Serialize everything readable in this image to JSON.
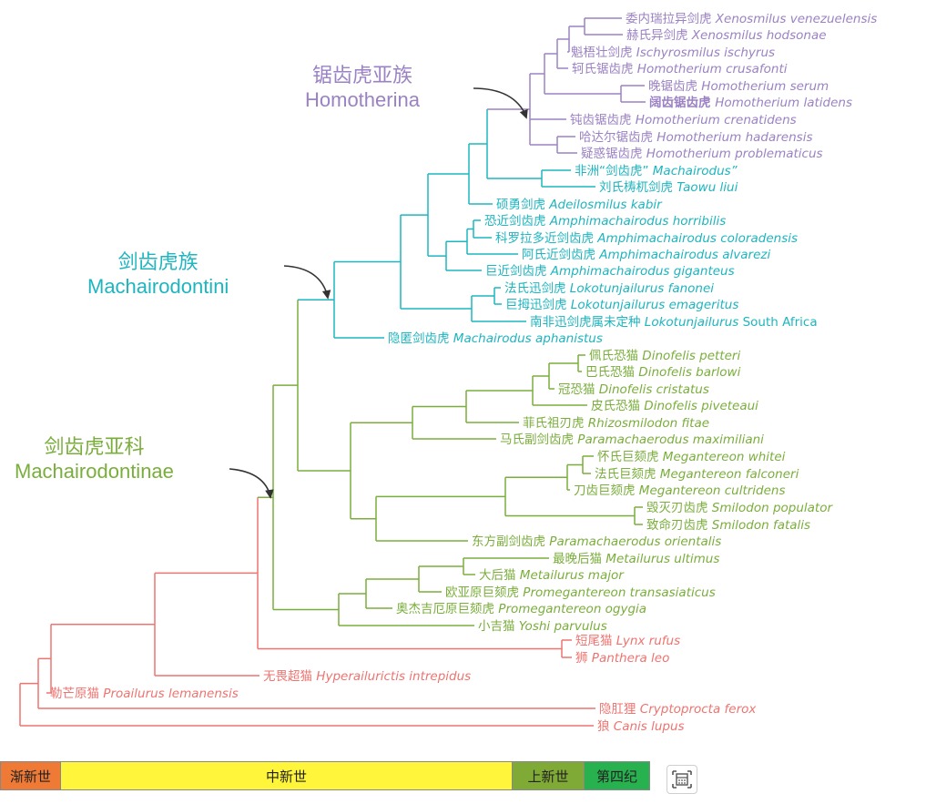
{
  "colors": {
    "homotherina": "#9b82c4",
    "machairodontini": "#1eb5bf",
    "machairodontinae": "#7aae3c",
    "outgroup": "#ee7470"
  },
  "clade_labels": {
    "homotherina": {
      "zh": "锯齿虎亚族",
      "latin": "Homotherina"
    },
    "machairodontini": {
      "zh": "剑齿虎族",
      "latin": "Machairodontini"
    },
    "machairodontinae": {
      "zh": "剑齿虎亚科",
      "latin": "Machairodontinae"
    }
  },
  "taxa": [
    {
      "zh": "委内瑞拉异剑虎",
      "latin": "Xenosmilus venezuelensis",
      "group": "homotherina"
    },
    {
      "zh": "赫氏异剑虎",
      "latin": "Xenosmilus hodsonae",
      "group": "homotherina"
    },
    {
      "zh": "魁梧壮剑虎",
      "latin": "Ischyrosmilus ischyrus",
      "group": "homotherina"
    },
    {
      "zh": "轲氏锯齿虎",
      "latin": "Homotherium crusafonti",
      "group": "homotherina"
    },
    {
      "zh": "晚锯齿虎",
      "latin": "Homotherium serum",
      "group": "homotherina"
    },
    {
      "zh": "阔齿锯齿虎",
      "latin": "Homotherium latidens",
      "group": "homotherina",
      "bold": true
    },
    {
      "zh": "钝齿锯齿虎",
      "latin": "Homotherium crenatidens",
      "group": "homotherina"
    },
    {
      "zh": "哈达尔锯齿虎",
      "latin": "Homotherium hadarensis",
      "group": "homotherina"
    },
    {
      "zh": "疑惑锯齿虎",
      "latin": "Homotherium problematicus",
      "group": "homotherina"
    },
    {
      "zh": "非洲“剑齿虎”",
      "latin": "Machairodus”",
      "group": "machairodontini"
    },
    {
      "zh": "刘氏梼杌剑虎",
      "latin": "Taowu liui",
      "group": "machairodontini"
    },
    {
      "zh": "硕勇剑虎",
      "latin": "Adeilosmilus kabir",
      "group": "machairodontini"
    },
    {
      "zh": "恐近剑齿虎",
      "latin": "Amphimachairodus horribilis",
      "group": "machairodontini"
    },
    {
      "zh": "科罗拉多近剑齿虎",
      "latin": "Amphimachairodus coloradensis",
      "group": "machairodontini"
    },
    {
      "zh": "阿氏近剑齿虎",
      "latin": "Amphimachairodus alvarezi",
      "group": "machairodontini"
    },
    {
      "zh": "巨近剑齿虎",
      "latin": "Amphimachairodus giganteus",
      "group": "machairodontini"
    },
    {
      "zh": "法氏迅剑虎",
      "latin": "Lokotunjailurus fanonei",
      "group": "machairodontini"
    },
    {
      "zh": "巨拇迅剑虎",
      "latin": "Lokotunjailurus emageritus",
      "group": "machairodontini"
    },
    {
      "zh": "南非迅剑虎属未定种",
      "latin": "Lokotunjailurus",
      "suffix": "South Africa",
      "group": "machairodontini"
    },
    {
      "zh": "隐匿剑齿虎",
      "latin": "Machairodus aphanistus",
      "group": "machairodontini"
    },
    {
      "zh": "佩氏恐猫",
      "latin": "Dinofelis petteri",
      "group": "machairodontinae"
    },
    {
      "zh": "巴氏恐猫",
      "latin": "Dinofelis barlowi",
      "group": "machairodontinae"
    },
    {
      "zh": "冠恐猫",
      "latin": "Dinofelis cristatus",
      "group": "machairodontinae"
    },
    {
      "zh": "皮氏恐猫",
      "latin": "Dinofelis piveteaui",
      "group": "machairodontinae"
    },
    {
      "zh": "菲氏祖刃虎",
      "latin": "Rhizosmilodon fitae",
      "group": "machairodontinae"
    },
    {
      "zh": "马氏副剑齿虎",
      "latin": "Paramachaerodus maximiliani",
      "group": "machairodontinae"
    },
    {
      "zh": "怀氏巨颏虎",
      "latin": "Megantereon whitei",
      "group": "machairodontinae"
    },
    {
      "zh": "法氏巨颏虎",
      "latin": "Megantereon falconeri",
      "group": "machairodontinae"
    },
    {
      "zh": "刀齿巨颏虎",
      "latin": "Megantereon cultridens",
      "group": "machairodontinae"
    },
    {
      "zh": "毁灭刃齿虎",
      "latin": "Smilodon populator",
      "group": "machairodontinae"
    },
    {
      "zh": "致命刃齿虎",
      "latin": "Smilodon fatalis",
      "group": "machairodontinae"
    },
    {
      "zh": "东方副剑齿虎",
      "latin": "Paramachaerodus orientalis",
      "group": "machairodontinae"
    },
    {
      "zh": "最晚后猫",
      "latin": "Metailurus ultimus",
      "group": "machairodontinae"
    },
    {
      "zh": "大后猫",
      "latin": "Metailurus major",
      "group": "machairodontinae"
    },
    {
      "zh": "欧亚原巨颏虎",
      "latin": "Promegantereon transasiaticus",
      "group": "machairodontinae"
    },
    {
      "zh": "奥杰吉厄原巨颏虎",
      "latin": "Promegantereon ogygia",
      "group": "machairodontinae"
    },
    {
      "zh": "小吉猫",
      "latin": "Yoshi parvulus",
      "group": "machairodontinae"
    },
    {
      "zh": "短尾猫",
      "latin": "Lynx rufus",
      "group": "outgroup"
    },
    {
      "zh": "狮",
      "latin": "Panthera leo",
      "group": "outgroup"
    },
    {
      "zh": "无畏超猫",
      "latin": "Hyperailurictis intrepidus",
      "group": "outgroup"
    },
    {
      "zh": "勒芒原猫",
      "latin": "Proailurus lemanensis",
      "group": "outgroup"
    },
    {
      "zh": "隐肛狸",
      "latin": "Cryptoprocta ferox",
      "group": "outgroup"
    },
    {
      "zh": "狼",
      "latin": "Canis lupus",
      "group": "outgroup"
    }
  ],
  "timeline": [
    {
      "label": "渐新世",
      "color": "#ee7a36"
    },
    {
      "label": "中新世",
      "color": "#fff53b"
    },
    {
      "label": "上新世",
      "color": "#80aa36"
    },
    {
      "label": "第四纪",
      "color": "#28b24f"
    }
  ],
  "calculator_icon": "calculator-icon"
}
